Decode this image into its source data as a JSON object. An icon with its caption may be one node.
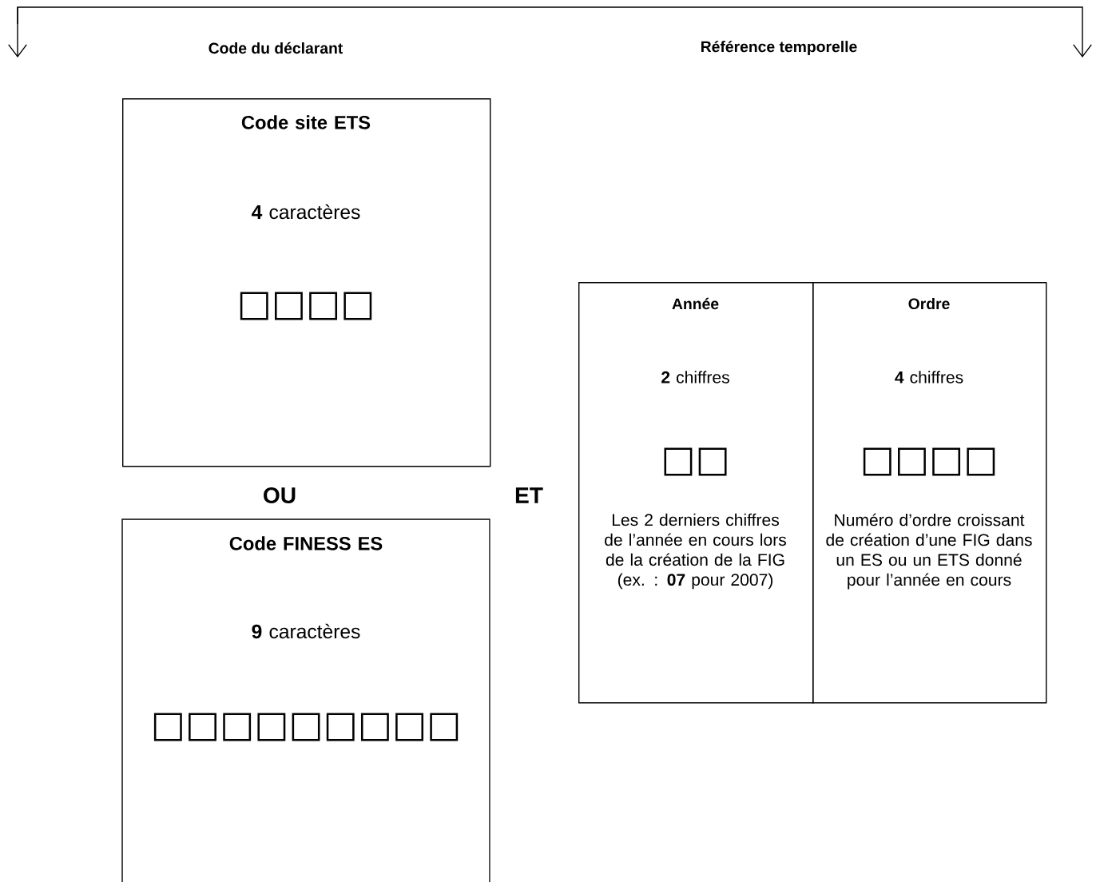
{
  "diagram": {
    "nodes": [
      {
        "text": [
          "Code site ETS",
          "**4** caractères",
          "□□□□"
        ]
      },
      {
        "text": [
          "Code FINESS ES",
          "**9** caractères",
          "□□□□□□□□□"
        ]
      },
      {
        "text": [
          "Année",
          "**2** chiffres",
          "□□",
          "Les 2 derniers chiffres de l’année en cours lors de la création de la FIG (ex. : **07** pour 2007)"
        ]
      },
      {
        "text": [
          "Ordre",
          "**4** chiffres",
          "□□□□",
          "Numéro d’ordre croissant de création d’une FIG dans un ES ou un ETS donné pour l’année en cours"
        ]
      }
    ],
    "labels": [
      "Code du déclarant",
      "Référence temporelle",
      "OU",
      "ET"
    ]
  }
}
